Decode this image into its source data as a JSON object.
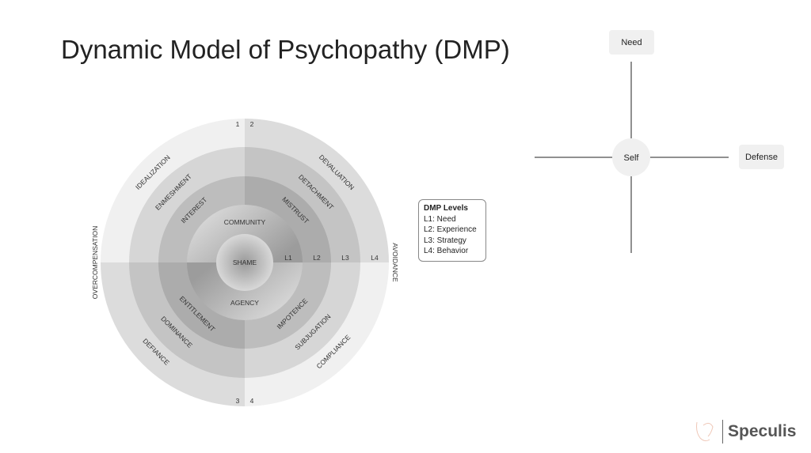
{
  "title": "Dynamic Model of Psychopathy (DMP)",
  "wheel": {
    "center": "SHAME",
    "l1": [
      "COMMUNITY",
      "AGENCY"
    ],
    "l2": [
      "INTEREST",
      "MISTRUST",
      "IMPOTENCE",
      "ENTITLEMENT"
    ],
    "l3": [
      "ENMESHMENT",
      "DETACHMENT",
      "SUBJUGATION",
      "DOMINANCE"
    ],
    "l4": [
      "IDEALIZATION",
      "DEVALUATION",
      "COMPLIANCE",
      "DEFIANCE"
    ],
    "level_markers": [
      "L1",
      "L2",
      "L3",
      "L4"
    ],
    "quadrant_numbers": [
      "1",
      "2",
      "3",
      "4"
    ],
    "outer_labels": [
      "OVERCOMPENSATION",
      "AVOIDANCE"
    ]
  },
  "legend": {
    "title": "DMP Levels",
    "items": [
      "L1: Need",
      "L2: Experience",
      "L3: Strategy",
      "L4: Behavior"
    ]
  },
  "axes": {
    "center": "Self",
    "top": "Need",
    "right": "Defense"
  },
  "brand": {
    "name": "Speculis"
  }
}
